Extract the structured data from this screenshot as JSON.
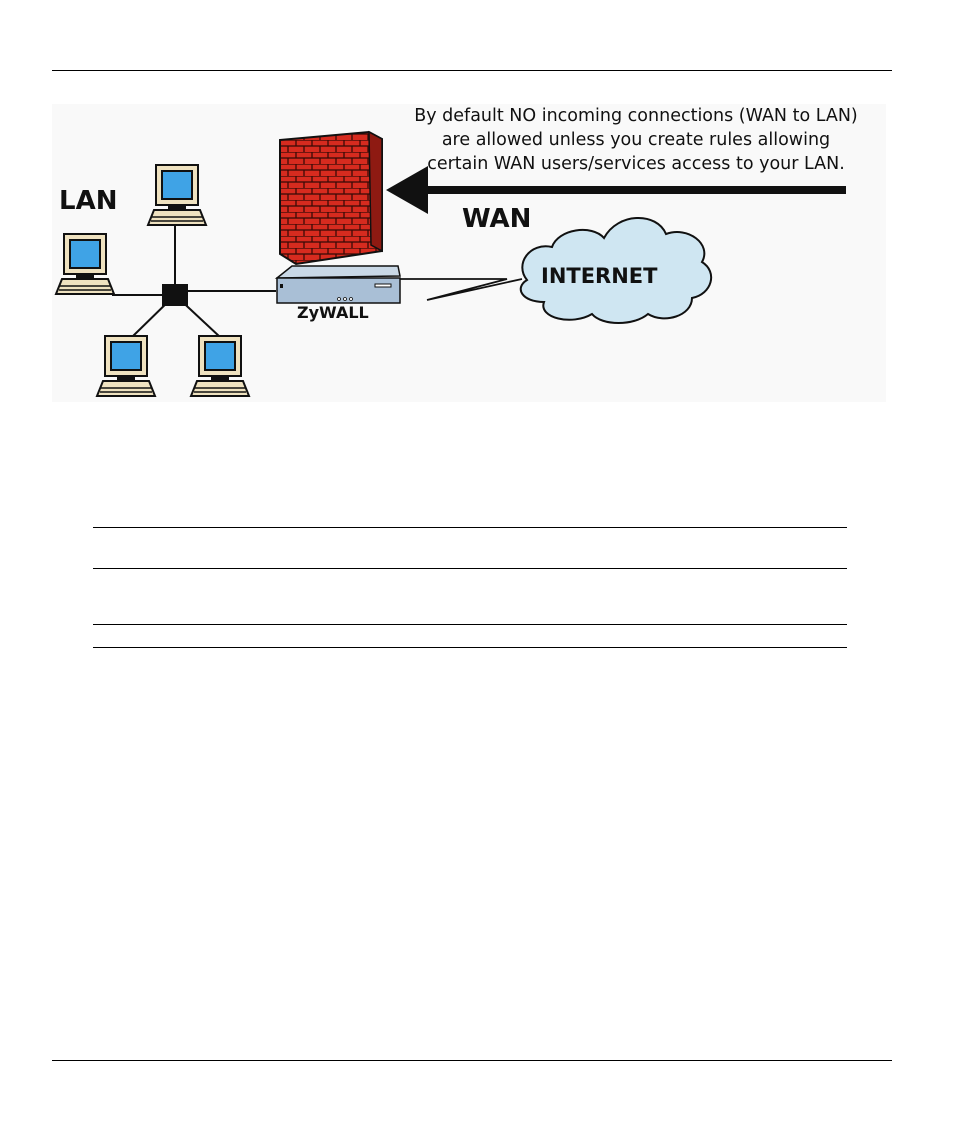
{
  "figure": {
    "note": "By default NO  incoming connections (WAN to LAN)\nare allowed unless you create rules allowing\ncertain WAN users/services  access to your LAN.",
    "lan_label": "LAN",
    "wan_label": "WAN",
    "internet_label": "INTERNET",
    "device_label": "ZyWALL"
  },
  "colors": {
    "firewall_brick": "#d62b1f",
    "firewall_mortar": "#3a0a06",
    "cloud": "#cfe6f2",
    "screen": "#3fa3e6",
    "computer_body": "#efe2c0",
    "device_body": "#a9bfd6"
  }
}
